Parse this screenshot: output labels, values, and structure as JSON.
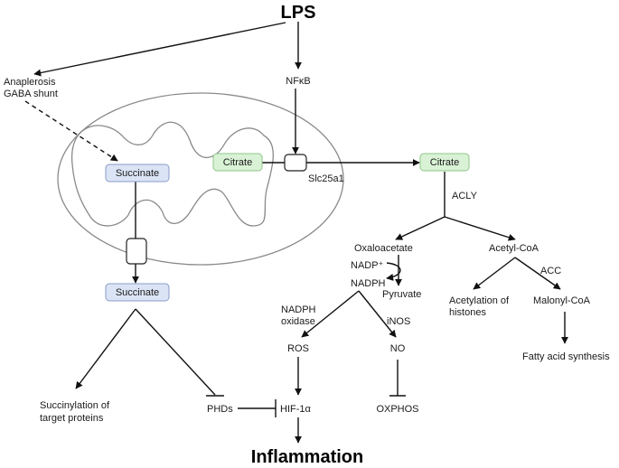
{
  "colors": {
    "succinate_fill": "#dbe4f5",
    "succinate_stroke": "#8a9cc8",
    "citrate_fill": "#d9f2d5",
    "citrate_stroke": "#8fc58a",
    "line": "#111111",
    "mito_outline": "#8a8a8a"
  },
  "icons": {
    "arrow": "arrowhead",
    "inhibit": "t-bar"
  },
  "nodes": {
    "lps": "LPS",
    "nfkb": "NFκB",
    "anaplerosis": [
      "Anaplerosis",
      "GABA shunt"
    ],
    "succinate_mito": "Succinate",
    "citrate_mito": "Citrate",
    "slc25a1": "Slc25a1",
    "citrate_cyto": "Citrate",
    "acly": "ACLY",
    "succinate_cyto": "Succinate",
    "oxaloacetate": "Oxaloacetate",
    "acetyl_coa": "Acetyl-CoA",
    "nadp": "NADP⁺",
    "nadph": "NADPH",
    "pyruvate": "Pyruvate",
    "acc": "ACC",
    "acetylation": [
      "Acetylation of",
      "histones"
    ],
    "malonyl_coa": "Malonyl-CoA",
    "nadph_oxidase": [
      "NADPH",
      "oxidase"
    ],
    "inos": "iNOS",
    "ros": "ROS",
    "no": "NO",
    "fatty_acid": "Fatty acid synthesis",
    "succinylation": [
      "Succinylation of",
      "target proteins"
    ],
    "phds": "PHDs",
    "hif": "HIF-1α",
    "oxphos": "OXPHOS",
    "inflammation": "Inflammation"
  }
}
